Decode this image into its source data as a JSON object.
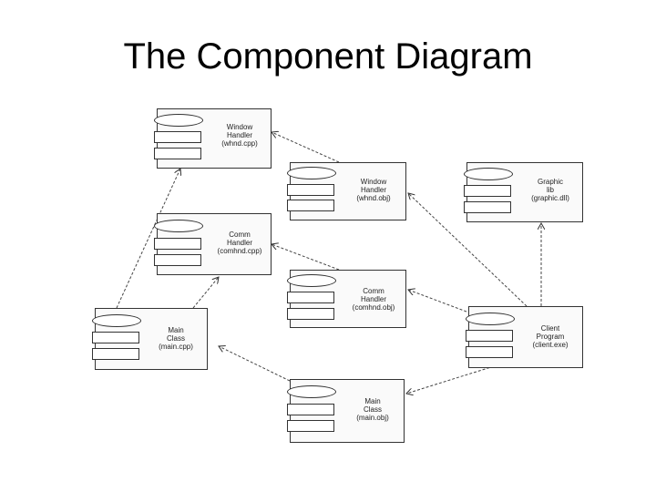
{
  "title": "The Component Diagram",
  "components": [
    {
      "id": "wh-cpp",
      "label": "Window\nHandler\n(whnd.cpp)"
    },
    {
      "id": "wh-obj",
      "label": "Window\nHandler\n(whnd.obj)"
    },
    {
      "id": "gl-dll",
      "label": "Graphic\nlib\n(graphic.dll)"
    },
    {
      "id": "ch-cpp",
      "label": "Comm\nHandler\n(comhnd.cpp)"
    },
    {
      "id": "ch-obj",
      "label": "Comm\nHandler\n(comhnd.obj)"
    },
    {
      "id": "mc-cpp",
      "label": "Main\nClass\n(main.cpp)"
    },
    {
      "id": "cp-exe",
      "label": "Client\nProgram\n(client.exe)"
    },
    {
      "id": "mc-obj",
      "label": "Main\nClass\n(main.obj)"
    }
  ]
}
